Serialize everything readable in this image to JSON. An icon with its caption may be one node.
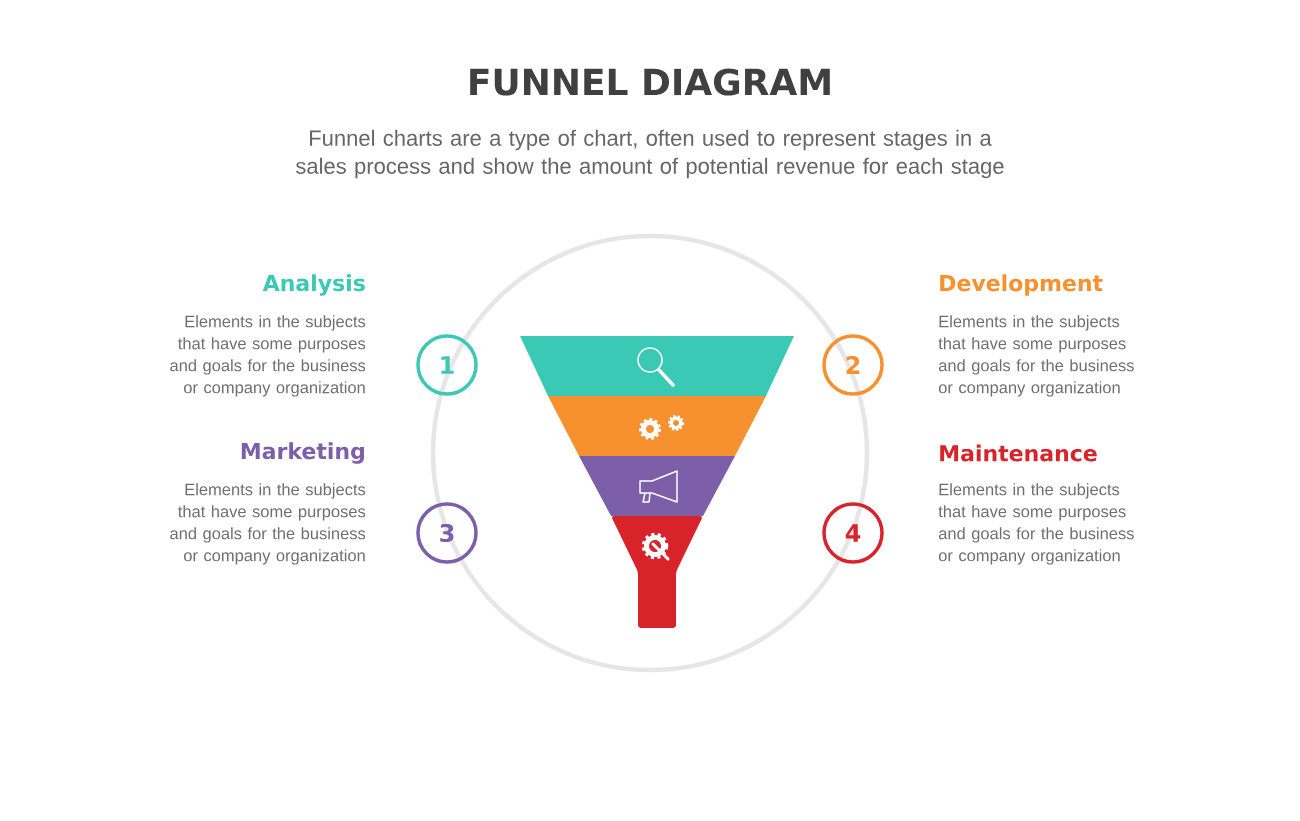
{
  "diagram": {
    "title": "FUNNEL DIAGRAM",
    "nodes": [
      {
        "text": [
          "1"
        ],
        "beside": [
          "Analysis",
          "Elements in the subjects that have some purposes and goals for the business or company organization"
        ]
      },
      {
        "text": [
          "2"
        ],
        "beside": [
          "Development",
          "Elements in the subjects that have some purposes and goals for the business or company organization"
        ]
      },
      {
        "text": [
          "3"
        ],
        "beside": [
          "Marketing",
          "Elements in the subjects that have some purposes and goals for the business or company organization"
        ]
      },
      {
        "text": [
          "4"
        ],
        "beside": [
          "Maintenance",
          "Elements in the subjects that have some purposes and goals for the business or company organization"
        ]
      }
    ],
    "labels": [
      "Funnel charts are a type of chart, often used to represent stages in a sales process and show the amount of potential revenue for each stage"
    ]
  }
}
